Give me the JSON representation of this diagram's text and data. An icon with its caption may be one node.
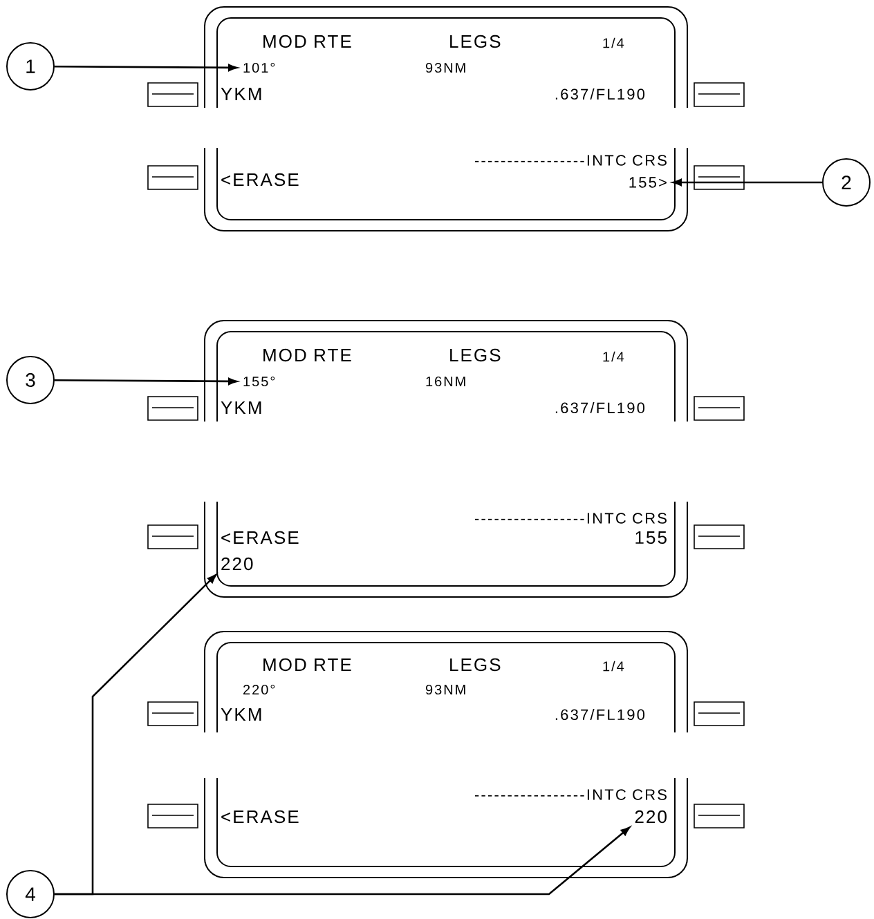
{
  "diagram": {
    "nodes": [
      {
        "text": [
          "1"
        ]
      },
      {
        "text": [
          "MOD RTE",
          "LEGS",
          "1/4",
          "93NM",
          "YKM",
          ".637/FL190",
          "-----------------INTC CRS",
          "<ERASE"
        ]
      },
      {
        "text": [
          "101°"
        ],
        "in": 1
      },
      {
        "text": [
          "155>"
        ],
        "in": 1
      },
      {
        "text": [
          "2"
        ]
      },
      {
        "text": [
          "3"
        ]
      },
      {
        "text": [
          "MOD RTE",
          "LEGS",
          "1/4",
          "16NM",
          "YKM",
          ".637/FL190",
          "-----------------INTC CRS",
          "<ERASE",
          "155"
        ]
      },
      {
        "text": [
          "155°"
        ],
        "in": 6
      },
      {
        "text": [
          "220"
        ],
        "in": 6
      },
      {
        "text": [
          "MOD RTE",
          "LEGS",
          "1/4",
          "220°",
          "93NM",
          "YKM",
          ".637/FL190",
          "-----------------INTC CRS",
          "<ERASE"
        ]
      },
      {
        "text": [
          "220"
        ],
        "in": 9
      },
      {
        "text": [
          "4"
        ]
      }
    ],
    "edges": [
      {
        "from": 0,
        "to": 2,
        "arrow": "to"
      },
      {
        "from": 4,
        "to": 3,
        "arrow": "to"
      },
      {
        "from": 5,
        "to": 7,
        "arrow": "to"
      },
      {
        "from": 11,
        "to": 8,
        "arrow": "to"
      },
      {
        "from": 11,
        "to": 10,
        "arrow": "to"
      }
    ]
  }
}
